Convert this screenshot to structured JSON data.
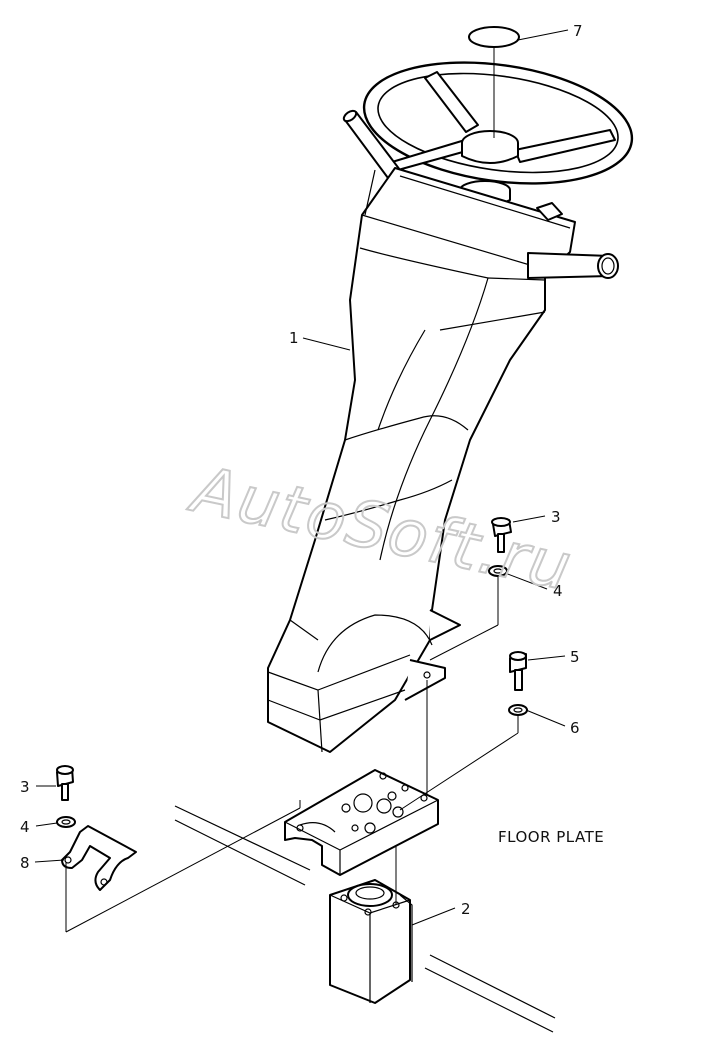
{
  "watermark": "AutoSoft.ru",
  "floor_plate_label": "FLOOR PLATE",
  "callouts": {
    "c1": "1",
    "c2": "2",
    "c3a": "3",
    "c3b": "3",
    "c4a": "4",
    "c4b": "4",
    "c5": "5",
    "c6": "6",
    "c7": "7",
    "c8": "8"
  }
}
